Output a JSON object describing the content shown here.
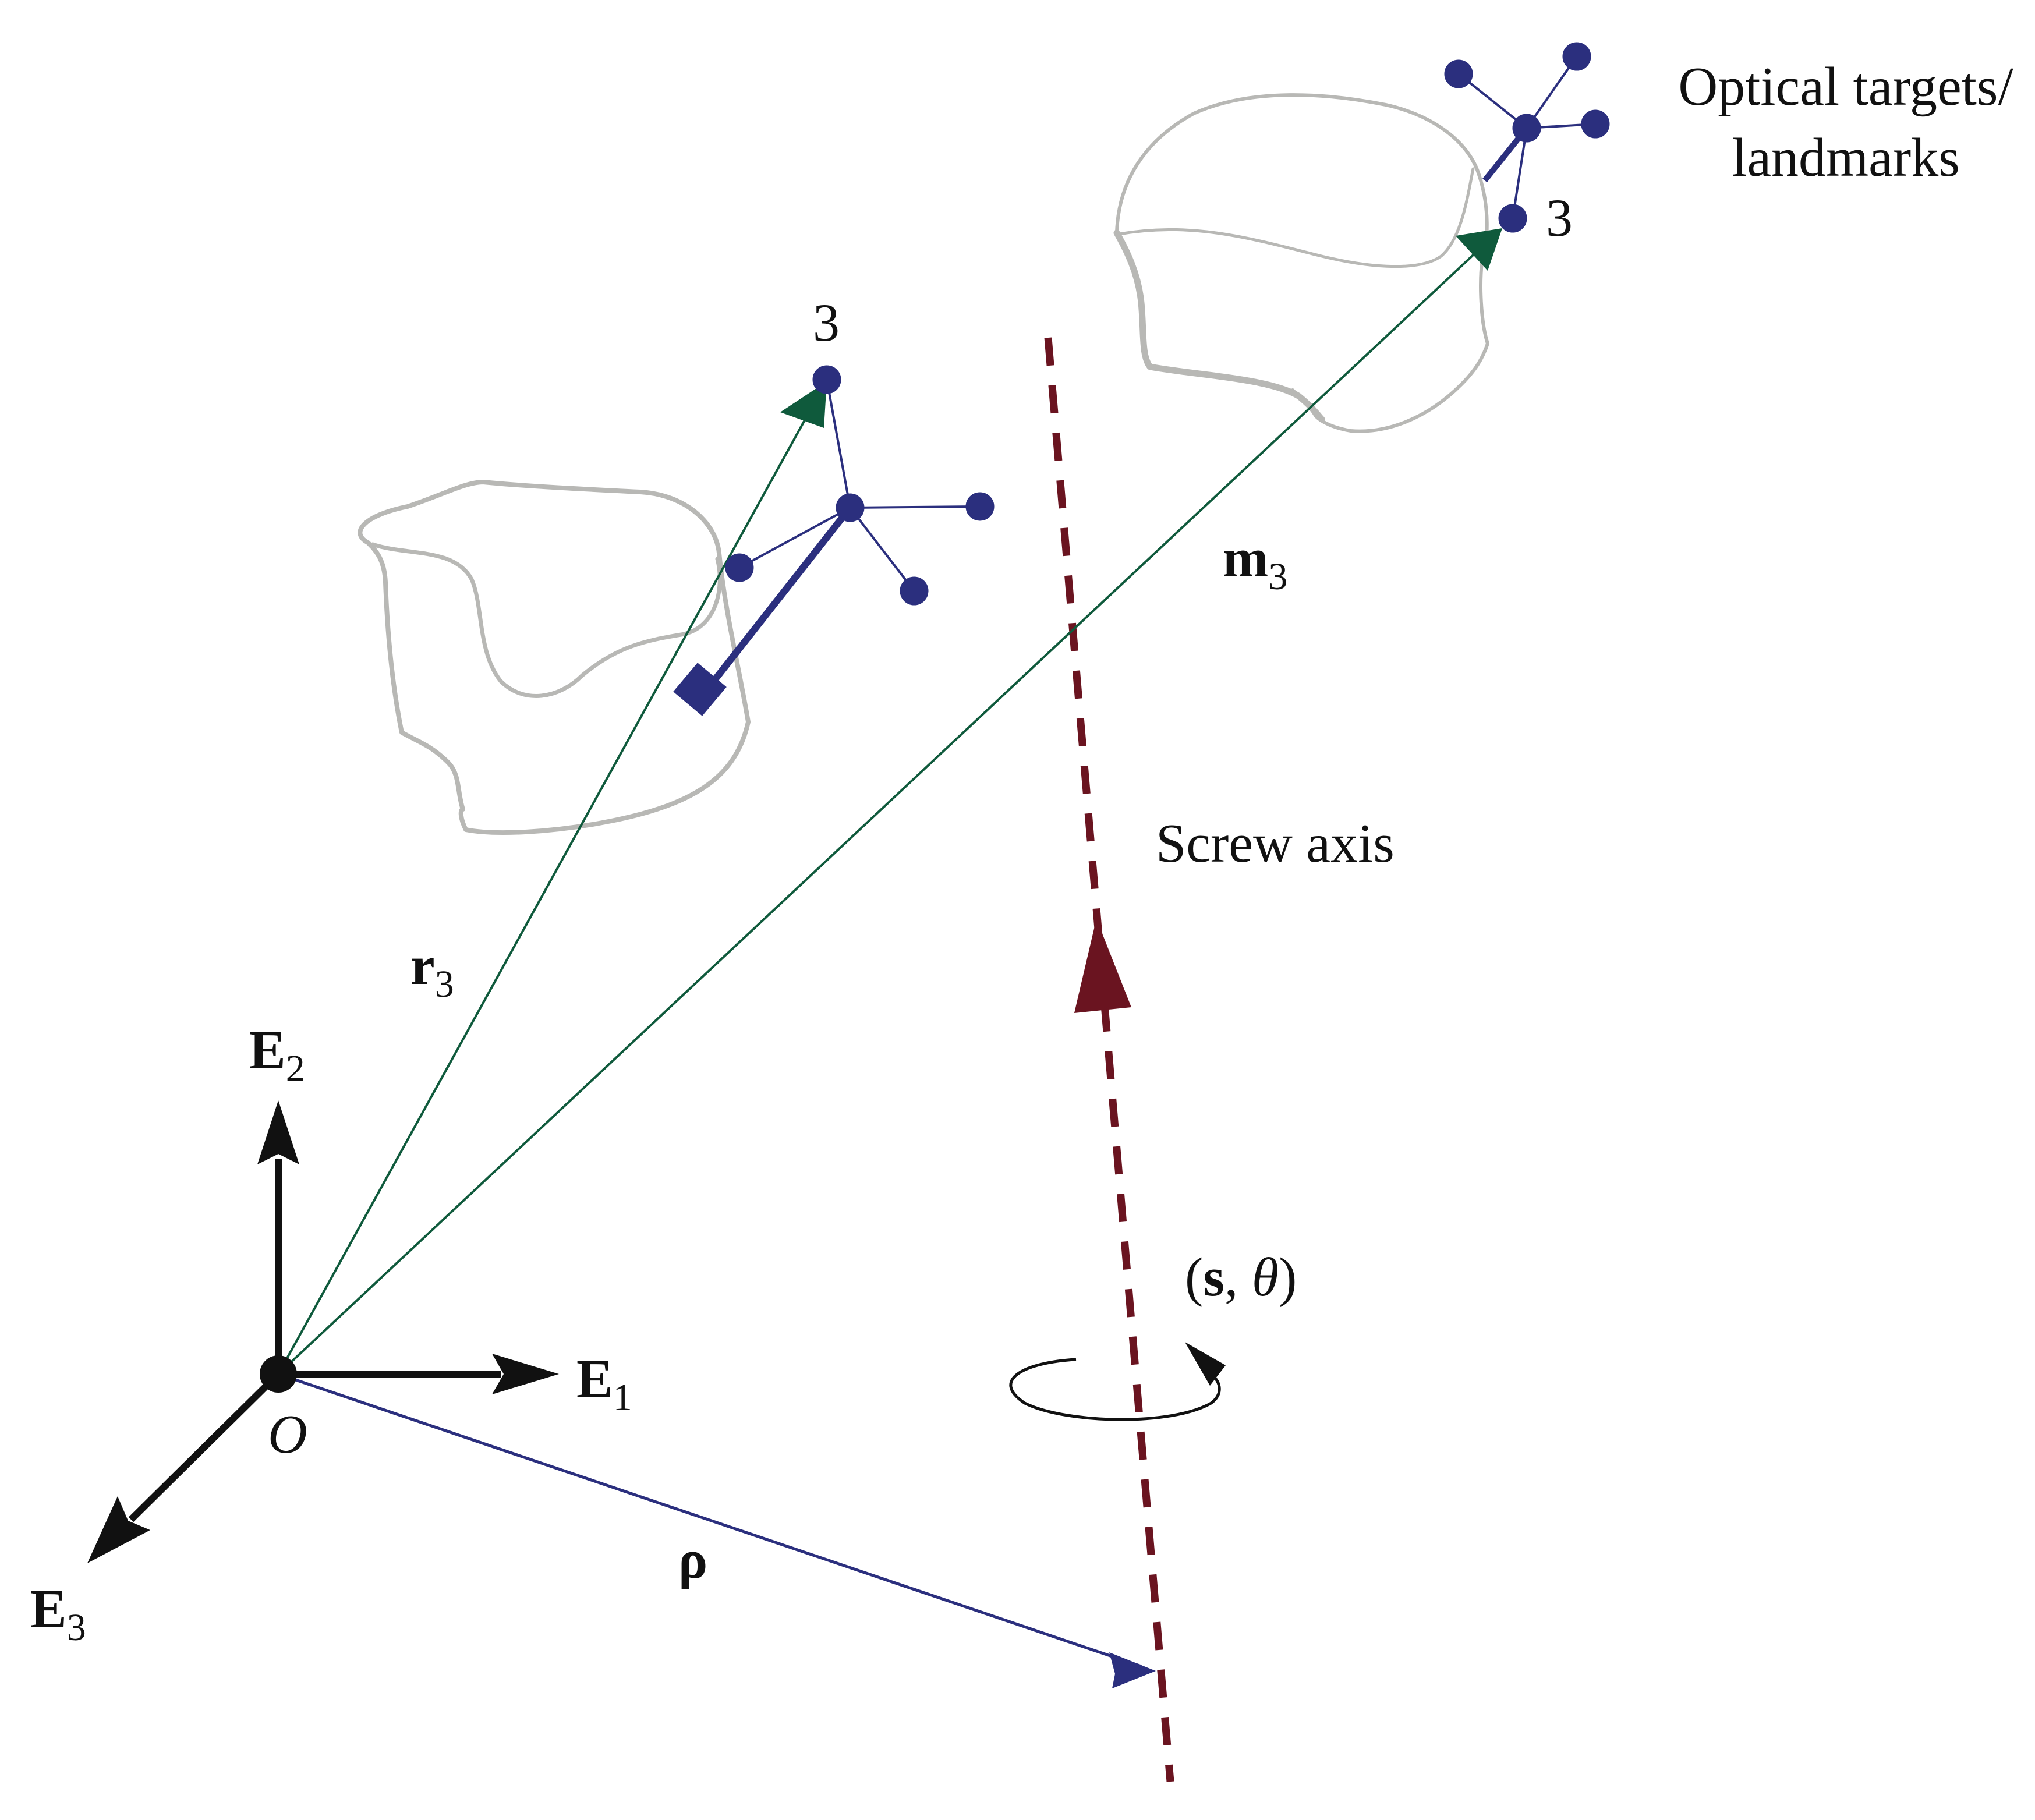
{
  "labels": {
    "optical_line1": "Optical targets/",
    "optical_line2": "landmarks",
    "landmark_right": "3",
    "landmark_left": "3",
    "m_base": "m",
    "m_sub": "3",
    "r_base": "r",
    "r_sub": "3",
    "screw_axis": "Screw axis",
    "screw_open": "(",
    "screw_s": "s",
    "screw_comma": ",",
    "screw_theta": "θ",
    "screw_close": ")",
    "e1_base": "E",
    "e1_sub": "1",
    "e2_base": "E",
    "e2_sub": "2",
    "e3_base": "E",
    "e3_sub": "3",
    "origin": "O",
    "rho": "ρ"
  },
  "colors": {
    "bone_outline": "#b8b8b5",
    "marker": "#2b2f7e",
    "vector_green": "#0f5a3c",
    "screw_axis": "#6a1420",
    "axes": "#111111",
    "rho_vector": "#2b2f7e"
  }
}
